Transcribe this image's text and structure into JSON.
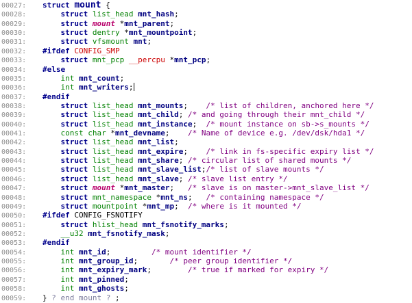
{
  "lines": [
    {
      "num": "00027:",
      "segs": [
        [
          "kw",
          "struct "
        ],
        [
          "sname",
          "mount"
        ],
        [
          "pl",
          " {"
        ]
      ]
    },
    {
      "num": "00028:",
      "segs": [
        [
          "pl",
          "    "
        ],
        [
          "kw",
          "struct "
        ],
        [
          "ty",
          "list_head "
        ],
        [
          "id",
          "mnt_hash"
        ],
        [
          "pl",
          ";"
        ]
      ]
    },
    {
      "num": "00029:",
      "segs": [
        [
          "pl",
          "    "
        ],
        [
          "kw",
          "struct "
        ],
        [
          "ital",
          "mount"
        ],
        [
          "pl",
          " *"
        ],
        [
          "id",
          "mnt_parent"
        ],
        [
          "pl",
          ";"
        ]
      ]
    },
    {
      "num": "00030:",
      "segs": [
        [
          "pl",
          "    "
        ],
        [
          "kw",
          "struct "
        ],
        [
          "ty",
          "dentry "
        ],
        [
          "pl",
          "*"
        ],
        [
          "id",
          "mnt_mountpoint"
        ],
        [
          "pl",
          ";"
        ]
      ]
    },
    {
      "num": "00031:",
      "segs": [
        [
          "pl",
          "    "
        ],
        [
          "kw",
          "struct "
        ],
        [
          "ty",
          "vfsmount "
        ],
        [
          "id",
          "mnt"
        ],
        [
          "pl",
          ";"
        ]
      ]
    },
    {
      "num": "00032:",
      "segs": [
        [
          "pre",
          "#ifdef "
        ],
        [
          "macro",
          "CONFIG_SMP"
        ]
      ]
    },
    {
      "num": "00033:",
      "segs": [
        [
          "pl",
          "    "
        ],
        [
          "kw",
          "struct "
        ],
        [
          "ty",
          "mnt_pcp "
        ],
        [
          "macro",
          "__percpu"
        ],
        [
          "pl",
          " *"
        ],
        [
          "id",
          "mnt_pcp"
        ],
        [
          "pl",
          ";"
        ]
      ]
    },
    {
      "num": "00034:",
      "segs": [
        [
          "pre",
          "#else"
        ]
      ]
    },
    {
      "num": "00035:",
      "segs": [
        [
          "pl",
          "    "
        ],
        [
          "ty",
          "int "
        ],
        [
          "id",
          "mnt_count"
        ],
        [
          "pl",
          ";"
        ]
      ]
    },
    {
      "num": "00036:",
      "segs": [
        [
          "pl",
          "    "
        ],
        [
          "ty",
          "int "
        ],
        [
          "id",
          "mnt_writers"
        ],
        [
          "pl",
          ";"
        ]
      ],
      "cursor": true
    },
    {
      "num": "00037:",
      "segs": [
        [
          "pre",
          "#endif"
        ]
      ]
    },
    {
      "num": "00038:",
      "segs": [
        [
          "pl",
          "    "
        ],
        [
          "kw",
          "struct "
        ],
        [
          "ty",
          "list_head "
        ],
        [
          "id",
          "mnt_mounts"
        ],
        [
          "pl",
          ";    "
        ],
        [
          "cm",
          "/* list of children, anchored here */"
        ]
      ]
    },
    {
      "num": "00039:",
      "segs": [
        [
          "pl",
          "    "
        ],
        [
          "kw",
          "struct "
        ],
        [
          "ty",
          "list_head "
        ],
        [
          "id",
          "mnt_child"
        ],
        [
          "pl",
          "; "
        ],
        [
          "cm",
          "/* and going through their mnt_child */"
        ]
      ]
    },
    {
      "num": "00040:",
      "segs": [
        [
          "pl",
          "    "
        ],
        [
          "kw",
          "struct "
        ],
        [
          "ty",
          "list_head "
        ],
        [
          "id",
          "mnt_instance"
        ],
        [
          "pl",
          ";  "
        ],
        [
          "cm",
          "/* mount instance on sb->s_mounts */"
        ]
      ]
    },
    {
      "num": "00041:",
      "segs": [
        [
          "pl",
          "    "
        ],
        [
          "ty",
          "const char "
        ],
        [
          "pl",
          "*"
        ],
        [
          "id",
          "mnt_devname"
        ],
        [
          "pl",
          ";    "
        ],
        [
          "cm",
          "/* Name of device e.g. /dev/dsk/hda1 */"
        ]
      ]
    },
    {
      "num": "00042:",
      "segs": [
        [
          "pl",
          "    "
        ],
        [
          "kw",
          "struct "
        ],
        [
          "ty",
          "list_head "
        ],
        [
          "id",
          "mnt_list"
        ],
        [
          "pl",
          ";"
        ]
      ]
    },
    {
      "num": "00043:",
      "segs": [
        [
          "pl",
          "    "
        ],
        [
          "kw",
          "struct "
        ],
        [
          "ty",
          "list_head "
        ],
        [
          "id",
          "mnt_expire"
        ],
        [
          "pl",
          ";    "
        ],
        [
          "cm",
          "/* link in fs-specific expiry list */"
        ]
      ]
    },
    {
      "num": "00044:",
      "segs": [
        [
          "pl",
          "    "
        ],
        [
          "kw",
          "struct "
        ],
        [
          "ty",
          "list_head "
        ],
        [
          "id",
          "mnt_share"
        ],
        [
          "pl",
          "; "
        ],
        [
          "cm",
          "/* circular list of shared mounts */"
        ]
      ]
    },
    {
      "num": "00045:",
      "segs": [
        [
          "pl",
          "    "
        ],
        [
          "kw",
          "struct "
        ],
        [
          "ty",
          "list_head "
        ],
        [
          "id",
          "mnt_slave_list"
        ],
        [
          "pl",
          ";"
        ],
        [
          "cm",
          "/* list of slave mounts */"
        ]
      ]
    },
    {
      "num": "00046:",
      "segs": [
        [
          "pl",
          "    "
        ],
        [
          "kw",
          "struct "
        ],
        [
          "ty",
          "list_head "
        ],
        [
          "id",
          "mnt_slave"
        ],
        [
          "pl",
          "; "
        ],
        [
          "cm",
          "/* slave list entry */"
        ]
      ]
    },
    {
      "num": "00047:",
      "segs": [
        [
          "pl",
          "    "
        ],
        [
          "kw",
          "struct "
        ],
        [
          "ital",
          "mount"
        ],
        [
          "pl",
          " *"
        ],
        [
          "id",
          "mnt_master"
        ],
        [
          "pl",
          ";   "
        ],
        [
          "cm",
          "/* slave is on master->mnt_slave_list */"
        ]
      ]
    },
    {
      "num": "00048:",
      "segs": [
        [
          "pl",
          "    "
        ],
        [
          "kw",
          "struct "
        ],
        [
          "ty",
          "mnt_namespace "
        ],
        [
          "pl",
          "*"
        ],
        [
          "id",
          "mnt_ns"
        ],
        [
          "pl",
          ";   "
        ],
        [
          "cm",
          "/* containing namespace */"
        ]
      ]
    },
    {
      "num": "00049:",
      "segs": [
        [
          "pl",
          "    "
        ],
        [
          "kw",
          "struct "
        ],
        [
          "ty",
          "mountpoint "
        ],
        [
          "pl",
          "*"
        ],
        [
          "id",
          "mnt_mp"
        ],
        [
          "pl",
          ";  "
        ],
        [
          "cm",
          "/* where is it mounted */"
        ]
      ]
    },
    {
      "num": "00050:",
      "segs": [
        [
          "pre",
          "#ifdef "
        ],
        [
          "pl",
          "CONFIG_FSNOTIFY"
        ]
      ]
    },
    {
      "num": "00051:",
      "segs": [
        [
          "pl",
          "    "
        ],
        [
          "kw",
          "struct "
        ],
        [
          "ty",
          "hlist_head "
        ],
        [
          "id",
          "mnt_fsnotify_marks"
        ],
        [
          "pl",
          ";"
        ]
      ]
    },
    {
      "num": "00052:",
      "segs": [
        [
          "pl",
          "    "
        ],
        [
          "ty",
          "__u32 "
        ],
        [
          "id",
          "mnt_fsnotify_mask"
        ],
        [
          "pl",
          ";"
        ]
      ]
    },
    {
      "num": "00053:",
      "segs": [
        [
          "pre",
          "#endif"
        ]
      ]
    },
    {
      "num": "00054:",
      "segs": [
        [
          "pl",
          "    "
        ],
        [
          "ty",
          "int "
        ],
        [
          "id",
          "mnt_id"
        ],
        [
          "pl",
          ";         "
        ],
        [
          "cm",
          "/* mount identifier */"
        ]
      ]
    },
    {
      "num": "00055:",
      "segs": [
        [
          "pl",
          "    "
        ],
        [
          "ty",
          "int "
        ],
        [
          "id",
          "mnt_group_id"
        ],
        [
          "pl",
          ";       "
        ],
        [
          "cm",
          "/* peer group identifier */"
        ]
      ]
    },
    {
      "num": "00056:",
      "segs": [
        [
          "pl",
          "    "
        ],
        [
          "ty",
          "int "
        ],
        [
          "id",
          "mnt_expiry_mark"
        ],
        [
          "pl",
          ";        "
        ],
        [
          "cm",
          "/* true if marked for expiry */"
        ]
      ]
    },
    {
      "num": "00057:",
      "segs": [
        [
          "pl",
          "    "
        ],
        [
          "ty",
          "int "
        ],
        [
          "id",
          "mnt_pinned"
        ],
        [
          "pl",
          ";"
        ]
      ]
    },
    {
      "num": "00058:",
      "segs": [
        [
          "pl",
          "    "
        ],
        [
          "ty",
          "int "
        ],
        [
          "id",
          "mnt_ghosts"
        ],
        [
          "pl",
          ";"
        ]
      ]
    },
    {
      "num": "00059:",
      "segs": [
        [
          "pl",
          "} "
        ],
        [
          "end",
          "? end mount ?"
        ],
        [
          "pl",
          " ;"
        ]
      ]
    }
  ]
}
